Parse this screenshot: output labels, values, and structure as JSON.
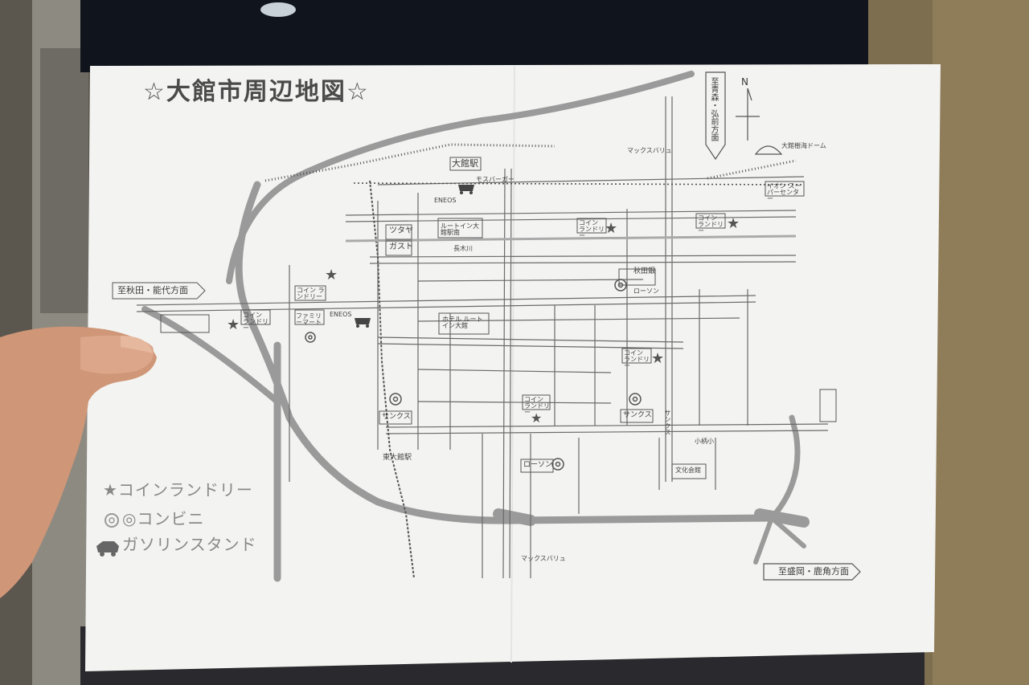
{
  "map": {
    "title": "☆大館市周辺地図☆",
    "direction_north": "至青森・弘前方面",
    "direction_west": "至秋田・能代方面",
    "direction_southeast": "至盛岡・鹿角方面",
    "north_mark": "N",
    "labels": {
      "odate_station": "大館駅",
      "higashi_odate_station": "東大館駅",
      "tsutaya": "ツタヤ",
      "gust": "ガスト",
      "route_inn_station": "ルートイン大館駅南",
      "hotel_route_inn": "ホテル ルートイン大館",
      "sunkus_1": "サンクス",
      "sunkus_2": "サンクス",
      "sunkus_3": "サンクス",
      "lawson_1": "ローソン",
      "lawson_2": "ローソン",
      "family_mart": "ファミリーマート",
      "akita_bank": "秋田銀",
      "eneos_1": "ENEOS",
      "eneos_2": "ENEOS",
      "maxvalu_1": "マックスバリュ",
      "maxvalu_2": "マックスバリュ",
      "aeon": "イオン スーパーセンター",
      "coin_1": "コイン ランドリー",
      "coin_2": "コイン ランドリー",
      "coin_3": "コイン ランドリー",
      "coin_4": "コイン ランドリー",
      "coin_5": "コイン ランドリー",
      "coin_6": "コイン ランドリー",
      "ohsyu_dome": "大館樹海ドーム",
      "tohoku_kaikan": "文化会館",
      "komuro": "小柄小",
      "mos": "モスバーガー",
      "river": "長木川"
    }
  },
  "legend": {
    "coin_laundry": "★コインランドリー",
    "convenience": "◎コンビニ",
    "gas_station": "ガソリンスタンド"
  },
  "colors": {
    "paper": "#f3f3f1",
    "ink": "#4a4a4a",
    "road": "#9c9c9c",
    "background": "#3a3530",
    "hand": "#d29a7c"
  }
}
